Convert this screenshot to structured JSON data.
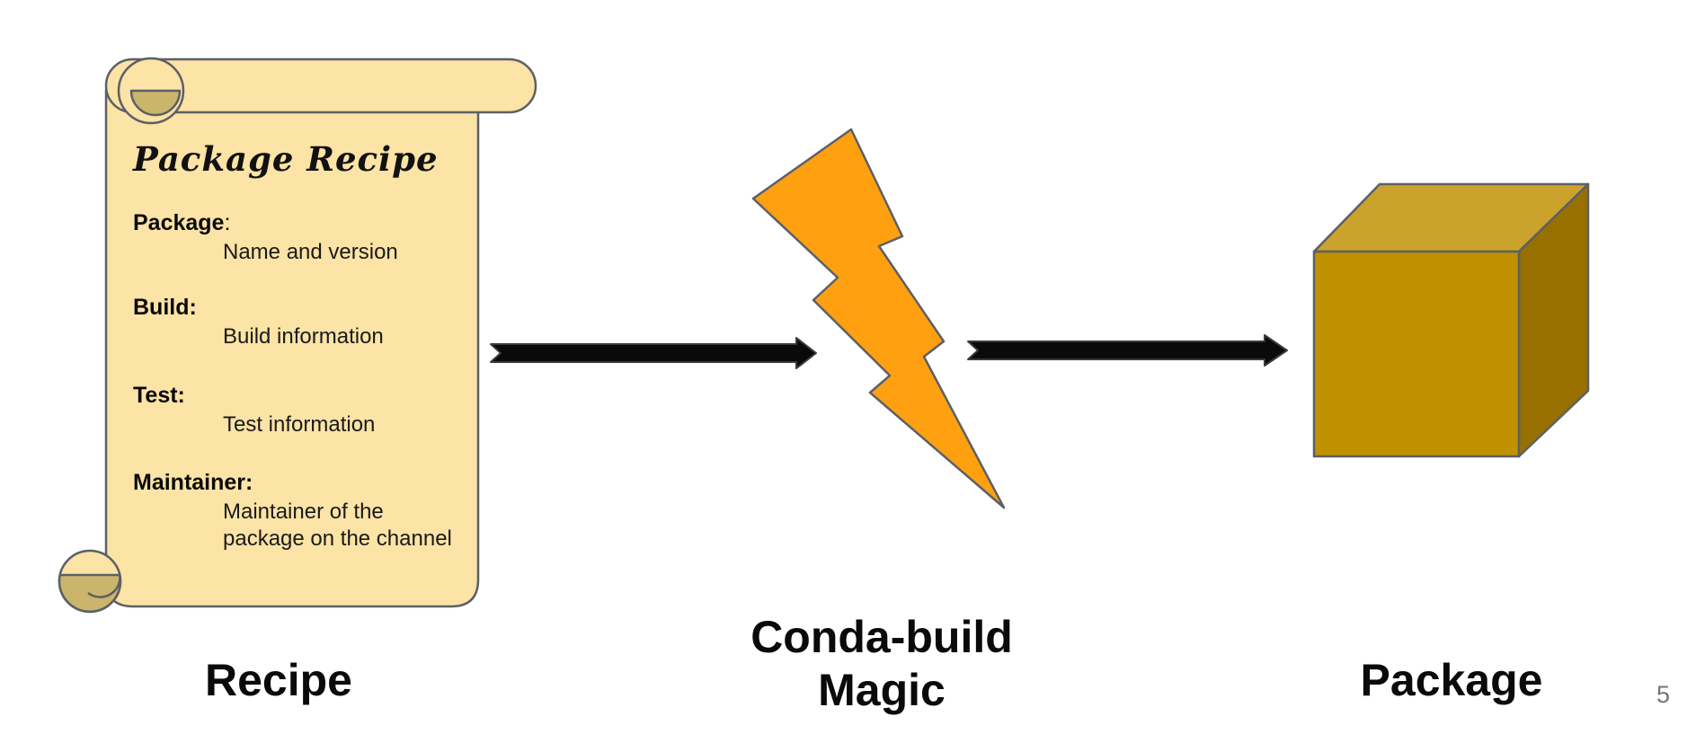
{
  "slide": {
    "page_number": "5"
  },
  "scroll": {
    "title": "Package Recipe",
    "entries": [
      {
        "term": "Package",
        "colon": ":",
        "desc": "Name and version"
      },
      {
        "term": "Build:",
        "colon": "",
        "desc": "Build information"
      },
      {
        "term": "Test:",
        "colon": "",
        "desc": "Test information"
      },
      {
        "term": "Maintainer:",
        "colon": "",
        "desc": "Maintainer of the\npackage on the channel"
      }
    ],
    "caption": "Recipe"
  },
  "bolt": {
    "caption": "Conda-build\nMagic"
  },
  "cube": {
    "caption": "Package"
  },
  "colors": {
    "background": "#ffffff",
    "scroll_fill": "#FCE3A6",
    "scroll_curl": "#CBB46C",
    "outline": "#5C6065",
    "bolt_fill": "#FFA011",
    "cube_front": "#BF9000",
    "cube_top": "#CBA22C",
    "cube_side": "#977000",
    "arrow_fill": "#0A0A0A",
    "arrow_stroke": "#3B3B3B",
    "text": "#0A0A0A",
    "page_number_color": "#757575"
  }
}
